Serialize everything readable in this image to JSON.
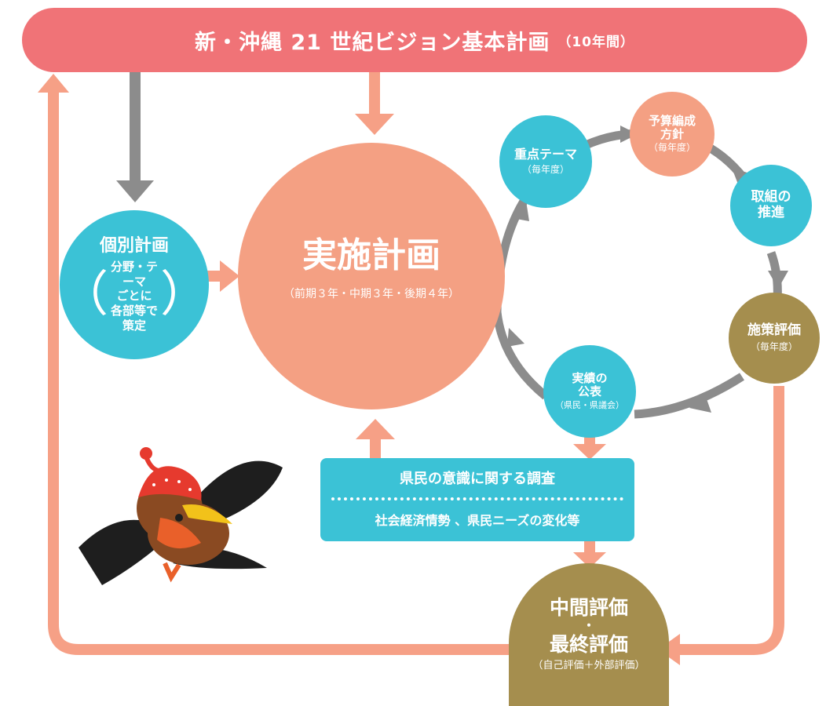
{
  "banner": {
    "title": "新・沖縄 21 世紀ビジョン基本計画",
    "subtitle": "（10年間）"
  },
  "individual_plan": {
    "title": "個別計画",
    "lines": [
      "分野・テーマ",
      "ごとに",
      "各部等で策定"
    ],
    "paren_open": "（",
    "paren_close": "）"
  },
  "implementation_plan": {
    "title": "実施計画",
    "subtitle": "（前期３年・中期３年・後期４年）"
  },
  "cycle": {
    "priority_theme": {
      "line1": "重点テーマ",
      "sub": "（毎年度）"
    },
    "budget_policy": {
      "line1": "予算編成",
      "line2": "方針",
      "sub": "（毎年度）"
    },
    "promotion": {
      "line1": "取組の",
      "line2": "推進"
    },
    "policy_evaluation": {
      "line1": "施策評価",
      "sub": "（毎年度）"
    },
    "results_publication": {
      "line1": "実績の",
      "line2": "公表",
      "sub": "（県民・県議会）"
    }
  },
  "survey": {
    "line1": "県民の意識に関する調査",
    "line2": "社会経済情勢 、県民ニーズの変化等"
  },
  "evaluation": {
    "line1": "中間評価",
    "dot": "・",
    "line2": "最終評価",
    "sub": "（自己評価＋外部評価）"
  },
  "colors": {
    "banner": "#f07377",
    "teal": "#3bc2d6",
    "salmon": "#f4a083",
    "olive": "#a58e4e",
    "gray_arrow": "#8c8c8c",
    "pink_arrow": "#f6a086"
  },
  "mascot": {
    "icon": "bird-mascot-icon"
  }
}
